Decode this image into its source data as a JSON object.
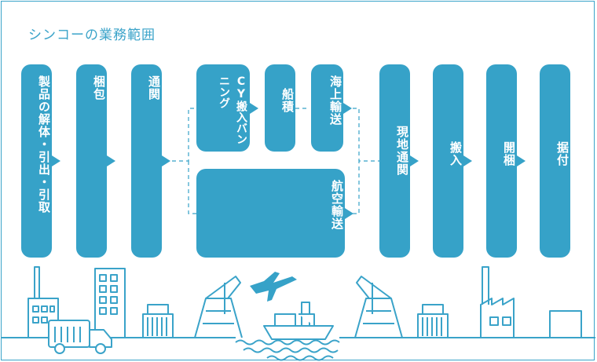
{
  "title": "シンコーの業務範囲",
  "steps": {
    "dismantle": "製品の解体・引出・引取",
    "packing": "梱包",
    "customs_out": "通関",
    "cy_vanning": "CY搬入バンニング",
    "shipping": "船積",
    "sea_transport": "海上輸送",
    "air_transport": "航空輸送",
    "customs_in": "現地通関",
    "delivery": "搬入",
    "unpacking": "開梱",
    "installation": "据付"
  },
  "colors": {
    "accent": "#36a2c8",
    "line": "#3aa3c9"
  }
}
